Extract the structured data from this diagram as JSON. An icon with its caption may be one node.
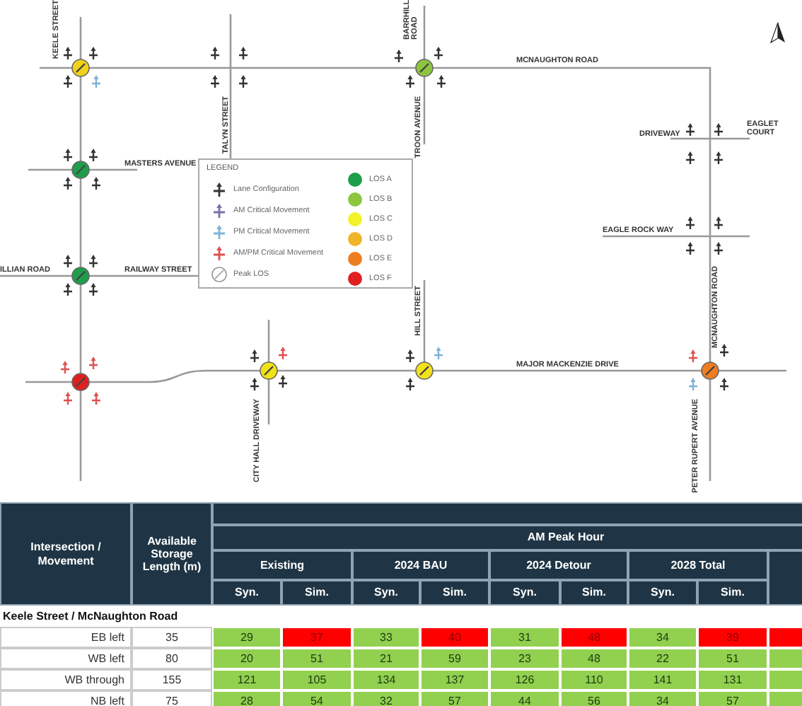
{
  "diagram": {
    "labels": [
      "KEELE STREET",
      "TALYN STREET",
      "BARRHILL ROAD",
      "MCNAUGHTON ROAD",
      "TROON AVENUE",
      "DRIVEWAY",
      "EAGLET COURT",
      "MASTERS AVENUE",
      "EAGLE ROCK WAY",
      "ILLIAN ROAD",
      "RAILWAY STREET",
      "HILL STREET",
      "MCNAUGHTON ROAD",
      "MAJOR MACKENZIE DRIVE",
      "CITY HALL DRIVEWAY",
      "PETER RUPERT AVENUE",
      "LEGEND",
      "Intersection / Movement",
      "Available Storage Length (m)",
      "AM Peak Hour",
      "Existing",
      "2024 BAU",
      "2024 Detour",
      "2028 Total",
      "Syn.",
      "Sim.",
      "Syn.",
      "Sim.",
      "Syn.",
      "Sim.",
      "Syn.",
      "Sim.",
      "Keele Street / McNaughton Road",
      "EB left",
      "35",
      "29",
      "37",
      "33",
      "40",
      "31",
      "48",
      "34",
      "39",
      "WB left",
      "80",
      "20",
      "51",
      "21",
      "59",
      "23",
      "48",
      "22",
      "51",
      "WB through",
      "155",
      "121",
      "105",
      "134",
      "137",
      "126",
      "110",
      "141",
      "131",
      "NB left",
      "75",
      "28",
      "54",
      "32",
      "57",
      "44",
      "56",
      "34",
      "57"
    ],
    "legend": [
      {
        "text": "Lane Configuration"
      },
      {
        "text": "AM Critical Movement"
      },
      {
        "text": "PM Critical Movement"
      },
      {
        "text": "AM/PM Critical Movement"
      },
      {
        "text": "Peak LOS"
      },
      {
        "text": "LOS A",
        "color": "#1e9e4a"
      },
      {
        "text": "LOS B",
        "color": "#8cc63f"
      },
      {
        "text": "LOS C",
        "color": "#f2f22a"
      },
      {
        "text": "LOS D",
        "color": "#f0b429"
      },
      {
        "text": "LOS E",
        "color": "#ee7d22"
      },
      {
        "text": "LOS F",
        "color": "#e02020"
      }
    ]
  }
}
